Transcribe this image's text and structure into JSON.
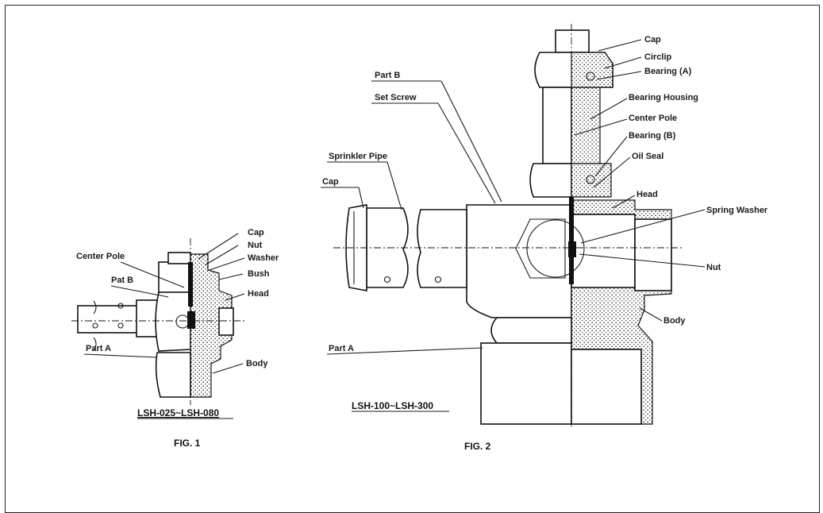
{
  "fig1": {
    "labels": {
      "cap": "Cap",
      "nut": "Nut",
      "washer": "Washer",
      "bush": "Bush",
      "head": "Head",
      "body": "Body",
      "center_pole": "Center Pole",
      "pat_b": "Pat B",
      "part_a": "Part A"
    },
    "model": "LSH-025~LSH-080",
    "caption": "FIG.  1"
  },
  "fig2": {
    "labels": {
      "cap_top": "Cap",
      "circlip": "Circlip",
      "bearing_a": "Bearing (A)",
      "bearing_housing": "Bearing Housing",
      "center_pole": "Center Pole",
      "bearing_b": "Bearing (B)",
      "oil_seal": "Oil Seal",
      "head": "Head",
      "spring_washer": "Spring Washer",
      "nut": "Nut",
      "body": "Body",
      "part_b": "Part B",
      "set_screw": "Set Screw",
      "sprinkler_pipe": "Sprinkler Pipe",
      "cap_left": "Cap",
      "part_a": "Part A"
    },
    "model": "LSH-100~LSH-300",
    "caption": "FIG.  2"
  }
}
